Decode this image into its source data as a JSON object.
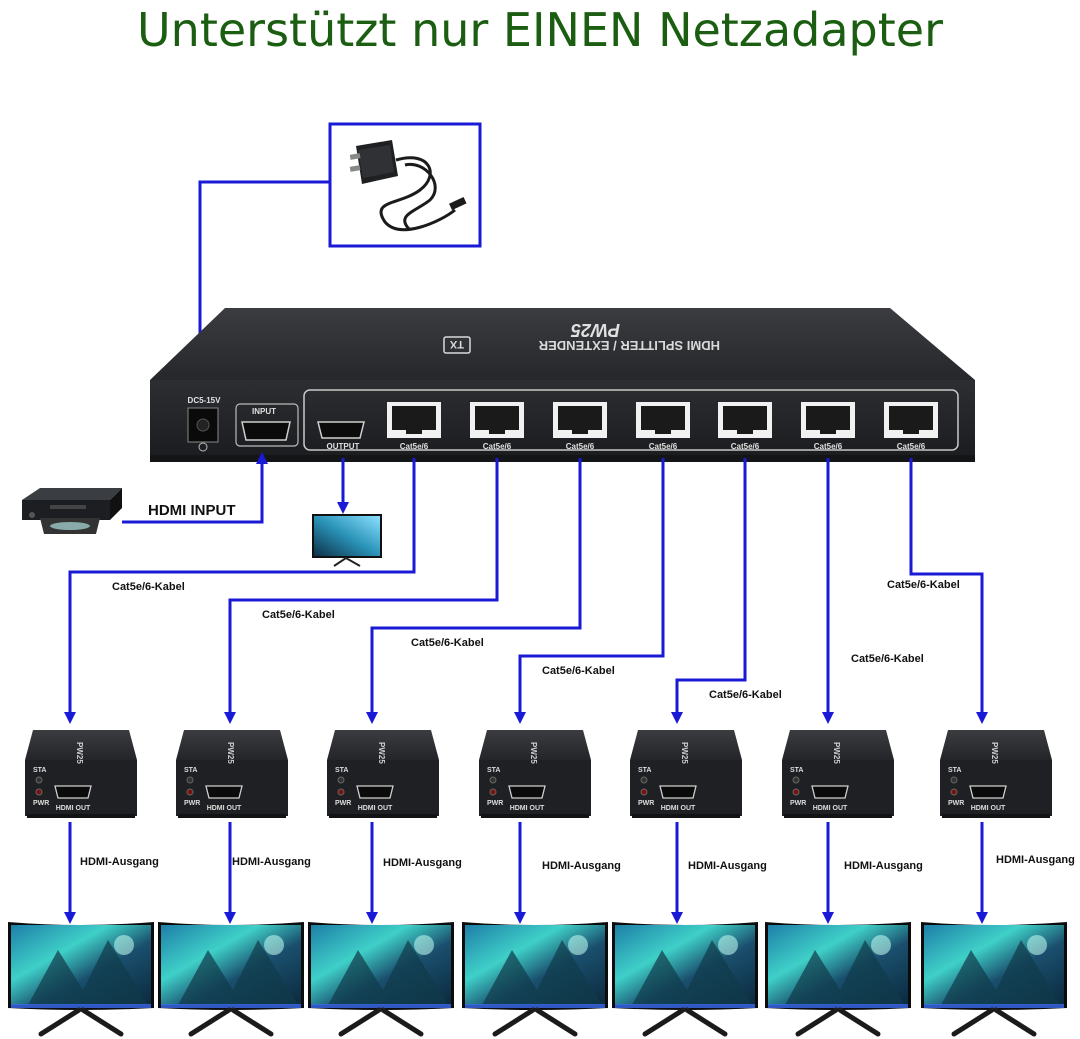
{
  "title": "Unterstützt nur EINEN Netzadapter",
  "device": {
    "brand": "PW25",
    "model_text": "HDMI SPLITTER / EXTENDER",
    "tx_badge": "TX",
    "dc_label": "DC5-15V",
    "input_label": "INPUT",
    "output_label": "OUTPUT",
    "port_label": "Cat5e/6",
    "ports": [
      "Cat5e/6",
      "Cat5e/6",
      "Cat5e/6",
      "Cat5e/6",
      "Cat5e/6",
      "Cat5e/6",
      "Cat5e/6"
    ]
  },
  "hdmi_input_label": "HDMI INPUT",
  "cable_labels": [
    "Cat5e/6-Kabel",
    "Cat5e/6-Kabel",
    "Cat5e/6-Kabel",
    "Cat5e/6-Kabel",
    "Cat5e/6-Kabel",
    "Cat5e/6-Kabel",
    "Cat5e/6-Kabel"
  ],
  "receiver": {
    "sta": "STA",
    "pwr": "PWR",
    "hdmi_out": "HDMI OUT",
    "brand": "PW25"
  },
  "output_labels": [
    "HDMI-Ausgang",
    "HDMI-Ausgang",
    "HDMI-Ausgang",
    "HDMI-Ausgang",
    "HDMI-Ausgang",
    "HDMI-Ausgang",
    "HDMI-Ausgang"
  ],
  "colors": {
    "arrow": "#1a1ad6",
    "title": "#1b5e12",
    "device": "#2a2c30"
  }
}
